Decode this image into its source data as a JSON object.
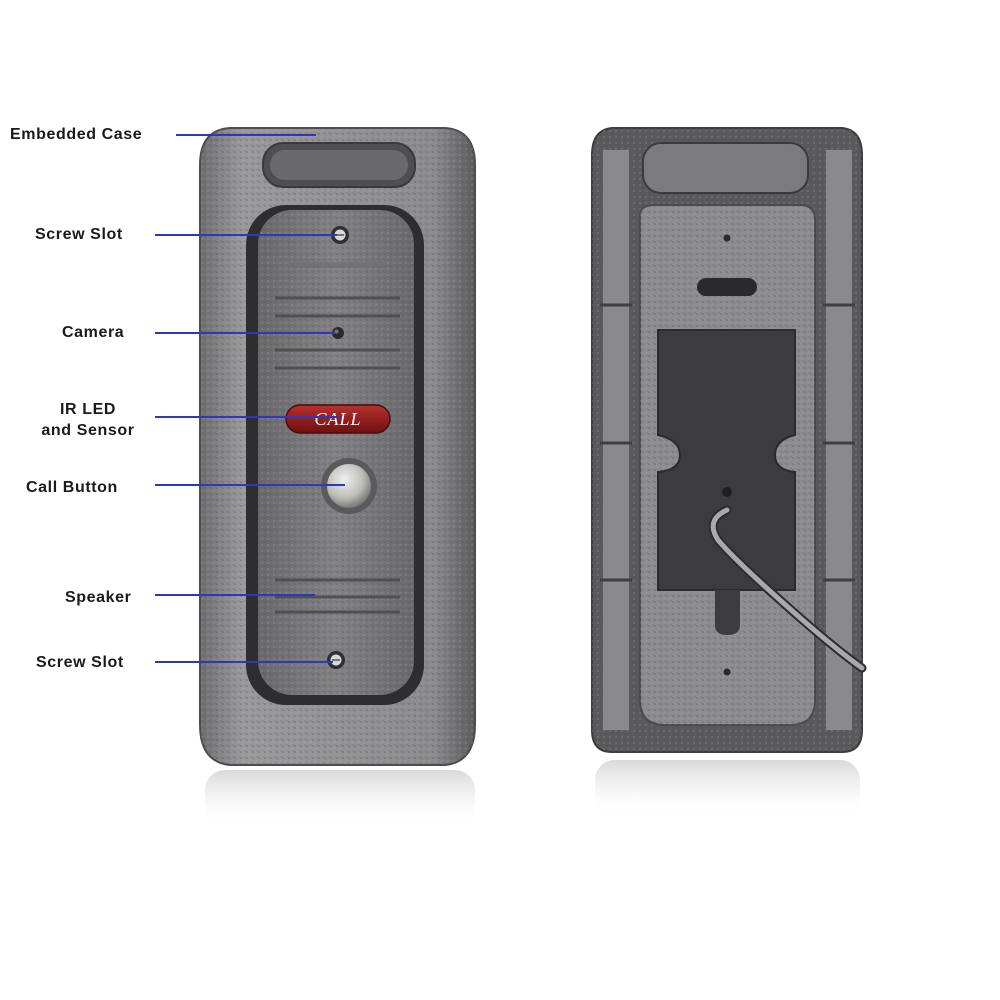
{
  "labels": {
    "embedded_case": "Embedded Case",
    "screw_slot_top": "Screw Slot",
    "camera": "Camera",
    "ir_led_line1": "IR LED",
    "ir_led_line2": "and Sensor",
    "call_button": "Call Button",
    "speaker": "Speaker",
    "screw_slot_bottom": "Screw Slot"
  },
  "device": {
    "call_button_text": "CALL"
  },
  "colors": {
    "leader": "#2f38b8",
    "metal": "#7b7b7d",
    "metal_dark": "#505053",
    "call_red": "#8e1818"
  },
  "icons": [
    "screw-icon",
    "camera-lens-icon",
    "call-button-icon",
    "cable-icon"
  ]
}
